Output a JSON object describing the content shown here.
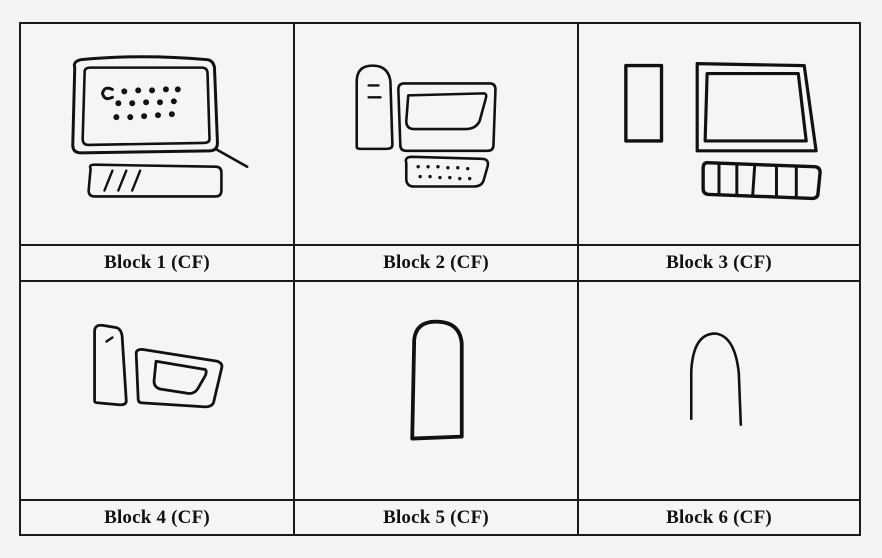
{
  "blocks": [
    {
      "label": "Block 1 (CF)",
      "drawing": "desktop-computer-icon"
    },
    {
      "label": "Block 2 (CF)",
      "drawing": "tower-monitor-keyboard-icon"
    },
    {
      "label": "Block 3 (CF)",
      "drawing": "tower-monitor-keyboard-icon"
    },
    {
      "label": "Block 4 (CF)",
      "drawing": "tower-monitor-icon"
    },
    {
      "label": "Block 5 (CF)",
      "drawing": "tower-icon"
    },
    {
      "label": "Block 6 (CF)",
      "drawing": "arch-outline-icon"
    }
  ],
  "colors": {
    "background": "#f3f3f3",
    "ink": "#111111"
  }
}
